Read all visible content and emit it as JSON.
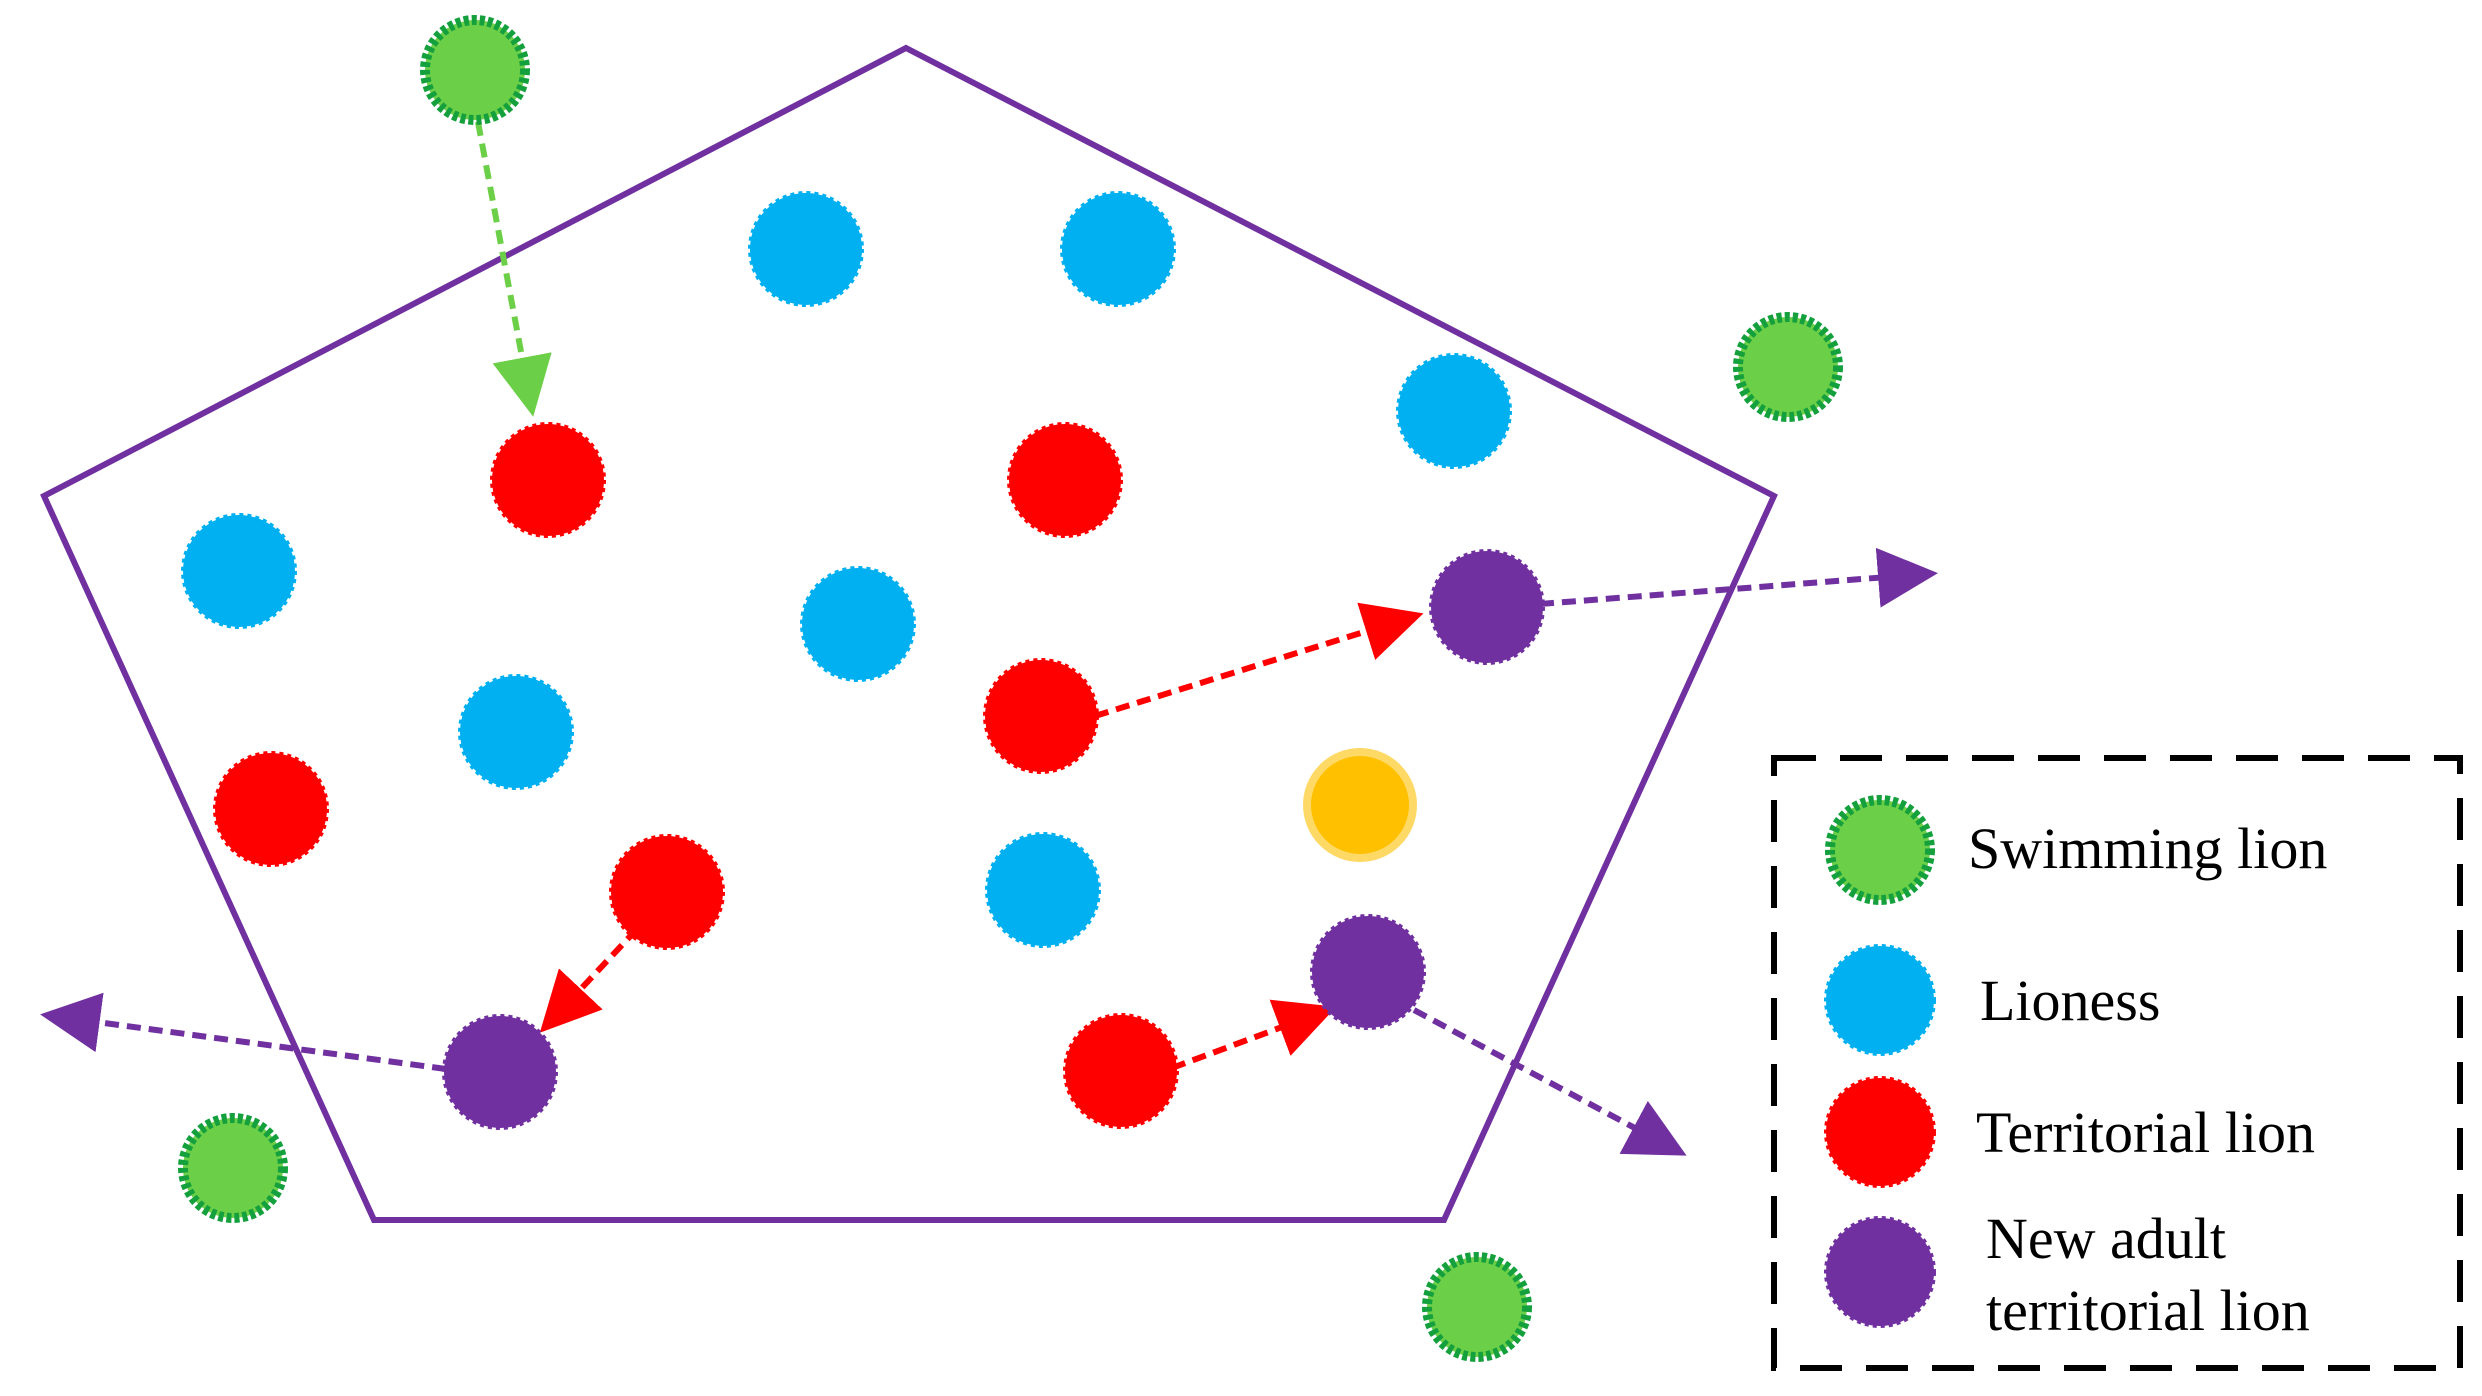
{
  "colors": {
    "swimming_lion_fill": "#6ccf48",
    "swimming_lion_ring": "#14a03c",
    "lioness": "#00b0f0",
    "territorial_lion": "#ff0000",
    "new_adult_territorial_lion": "#7030a0",
    "special_lion_fill": "#ffc000",
    "special_lion_ring": "#ffd966",
    "territory_border": "#7030a0",
    "swim_arrow": "#6ccf48",
    "move_arrow": "#ff0000",
    "exit_arrow": "#7030a0",
    "legend_border": "#000000"
  },
  "legend": {
    "swimming_lion": "Swimming lion",
    "lioness": "Lioness",
    "territorial_lion": "Territorial lion",
    "new_adult_line1": "New adult",
    "new_adult_line2": "territorial lion"
  }
}
